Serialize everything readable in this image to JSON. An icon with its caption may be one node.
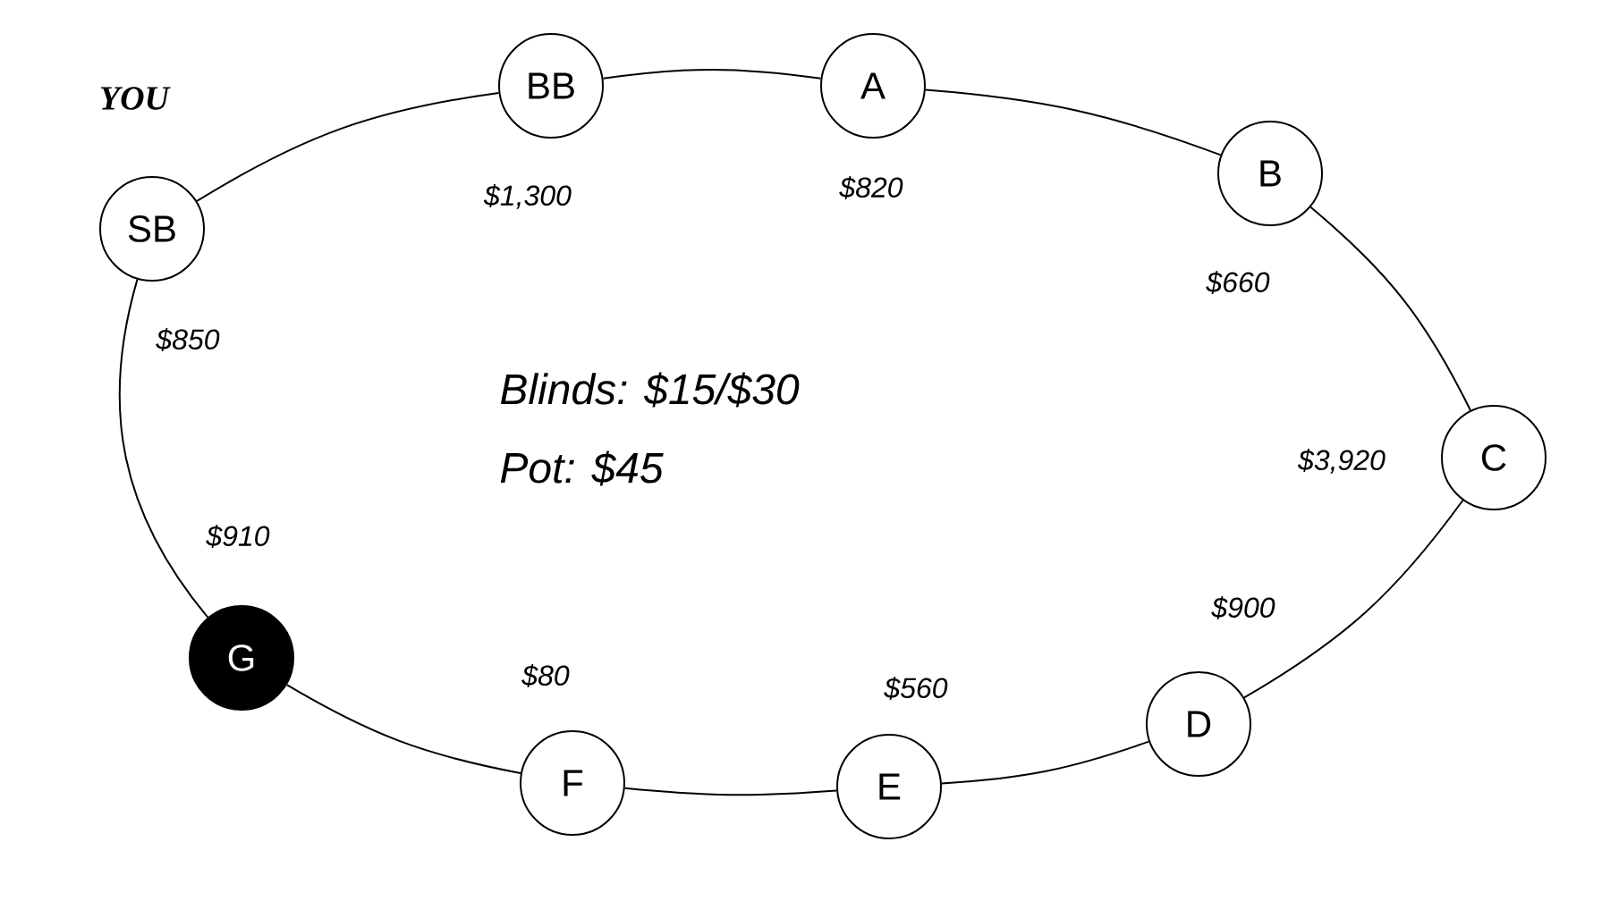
{
  "diagram": {
    "nodes": [
      {
        "text": [
          "SB"
        ],
        "beside": [
          "YOU",
          "$850"
        ]
      },
      {
        "text": [
          "BB"
        ],
        "beside": [
          "$1,300"
        ]
      },
      {
        "text": [
          "A"
        ],
        "beside": [
          "$820"
        ]
      },
      {
        "text": [
          "B"
        ],
        "beside": [
          "$660"
        ]
      },
      {
        "text": [
          "C"
        ],
        "beside": [
          "$3,920"
        ]
      },
      {
        "text": [
          "D"
        ],
        "beside": [
          "$900"
        ]
      },
      {
        "text": [
          "E"
        ],
        "beside": [
          "$560"
        ]
      },
      {
        "text": [
          "F"
        ],
        "beside": [
          "$80"
        ]
      },
      {
        "text": [
          "G"
        ],
        "beside": [
          "$910"
        ]
      }
    ],
    "edges": [
      {
        "from": 0,
        "to": 1,
        "arrow": "none"
      },
      {
        "from": 1,
        "to": 2,
        "arrow": "none"
      },
      {
        "from": 2,
        "to": 3,
        "arrow": "none"
      },
      {
        "from": 3,
        "to": 4,
        "arrow": "none"
      },
      {
        "from": 4,
        "to": 5,
        "arrow": "none"
      },
      {
        "from": 5,
        "to": 6,
        "arrow": "none"
      },
      {
        "from": 6,
        "to": 7,
        "arrow": "none"
      },
      {
        "from": 7,
        "to": 8,
        "arrow": "none"
      },
      {
        "from": 8,
        "to": 0,
        "arrow": "none"
      }
    ],
    "labels": [
      "Blinds: $15/$30",
      "Pot: $45"
    ]
  }
}
